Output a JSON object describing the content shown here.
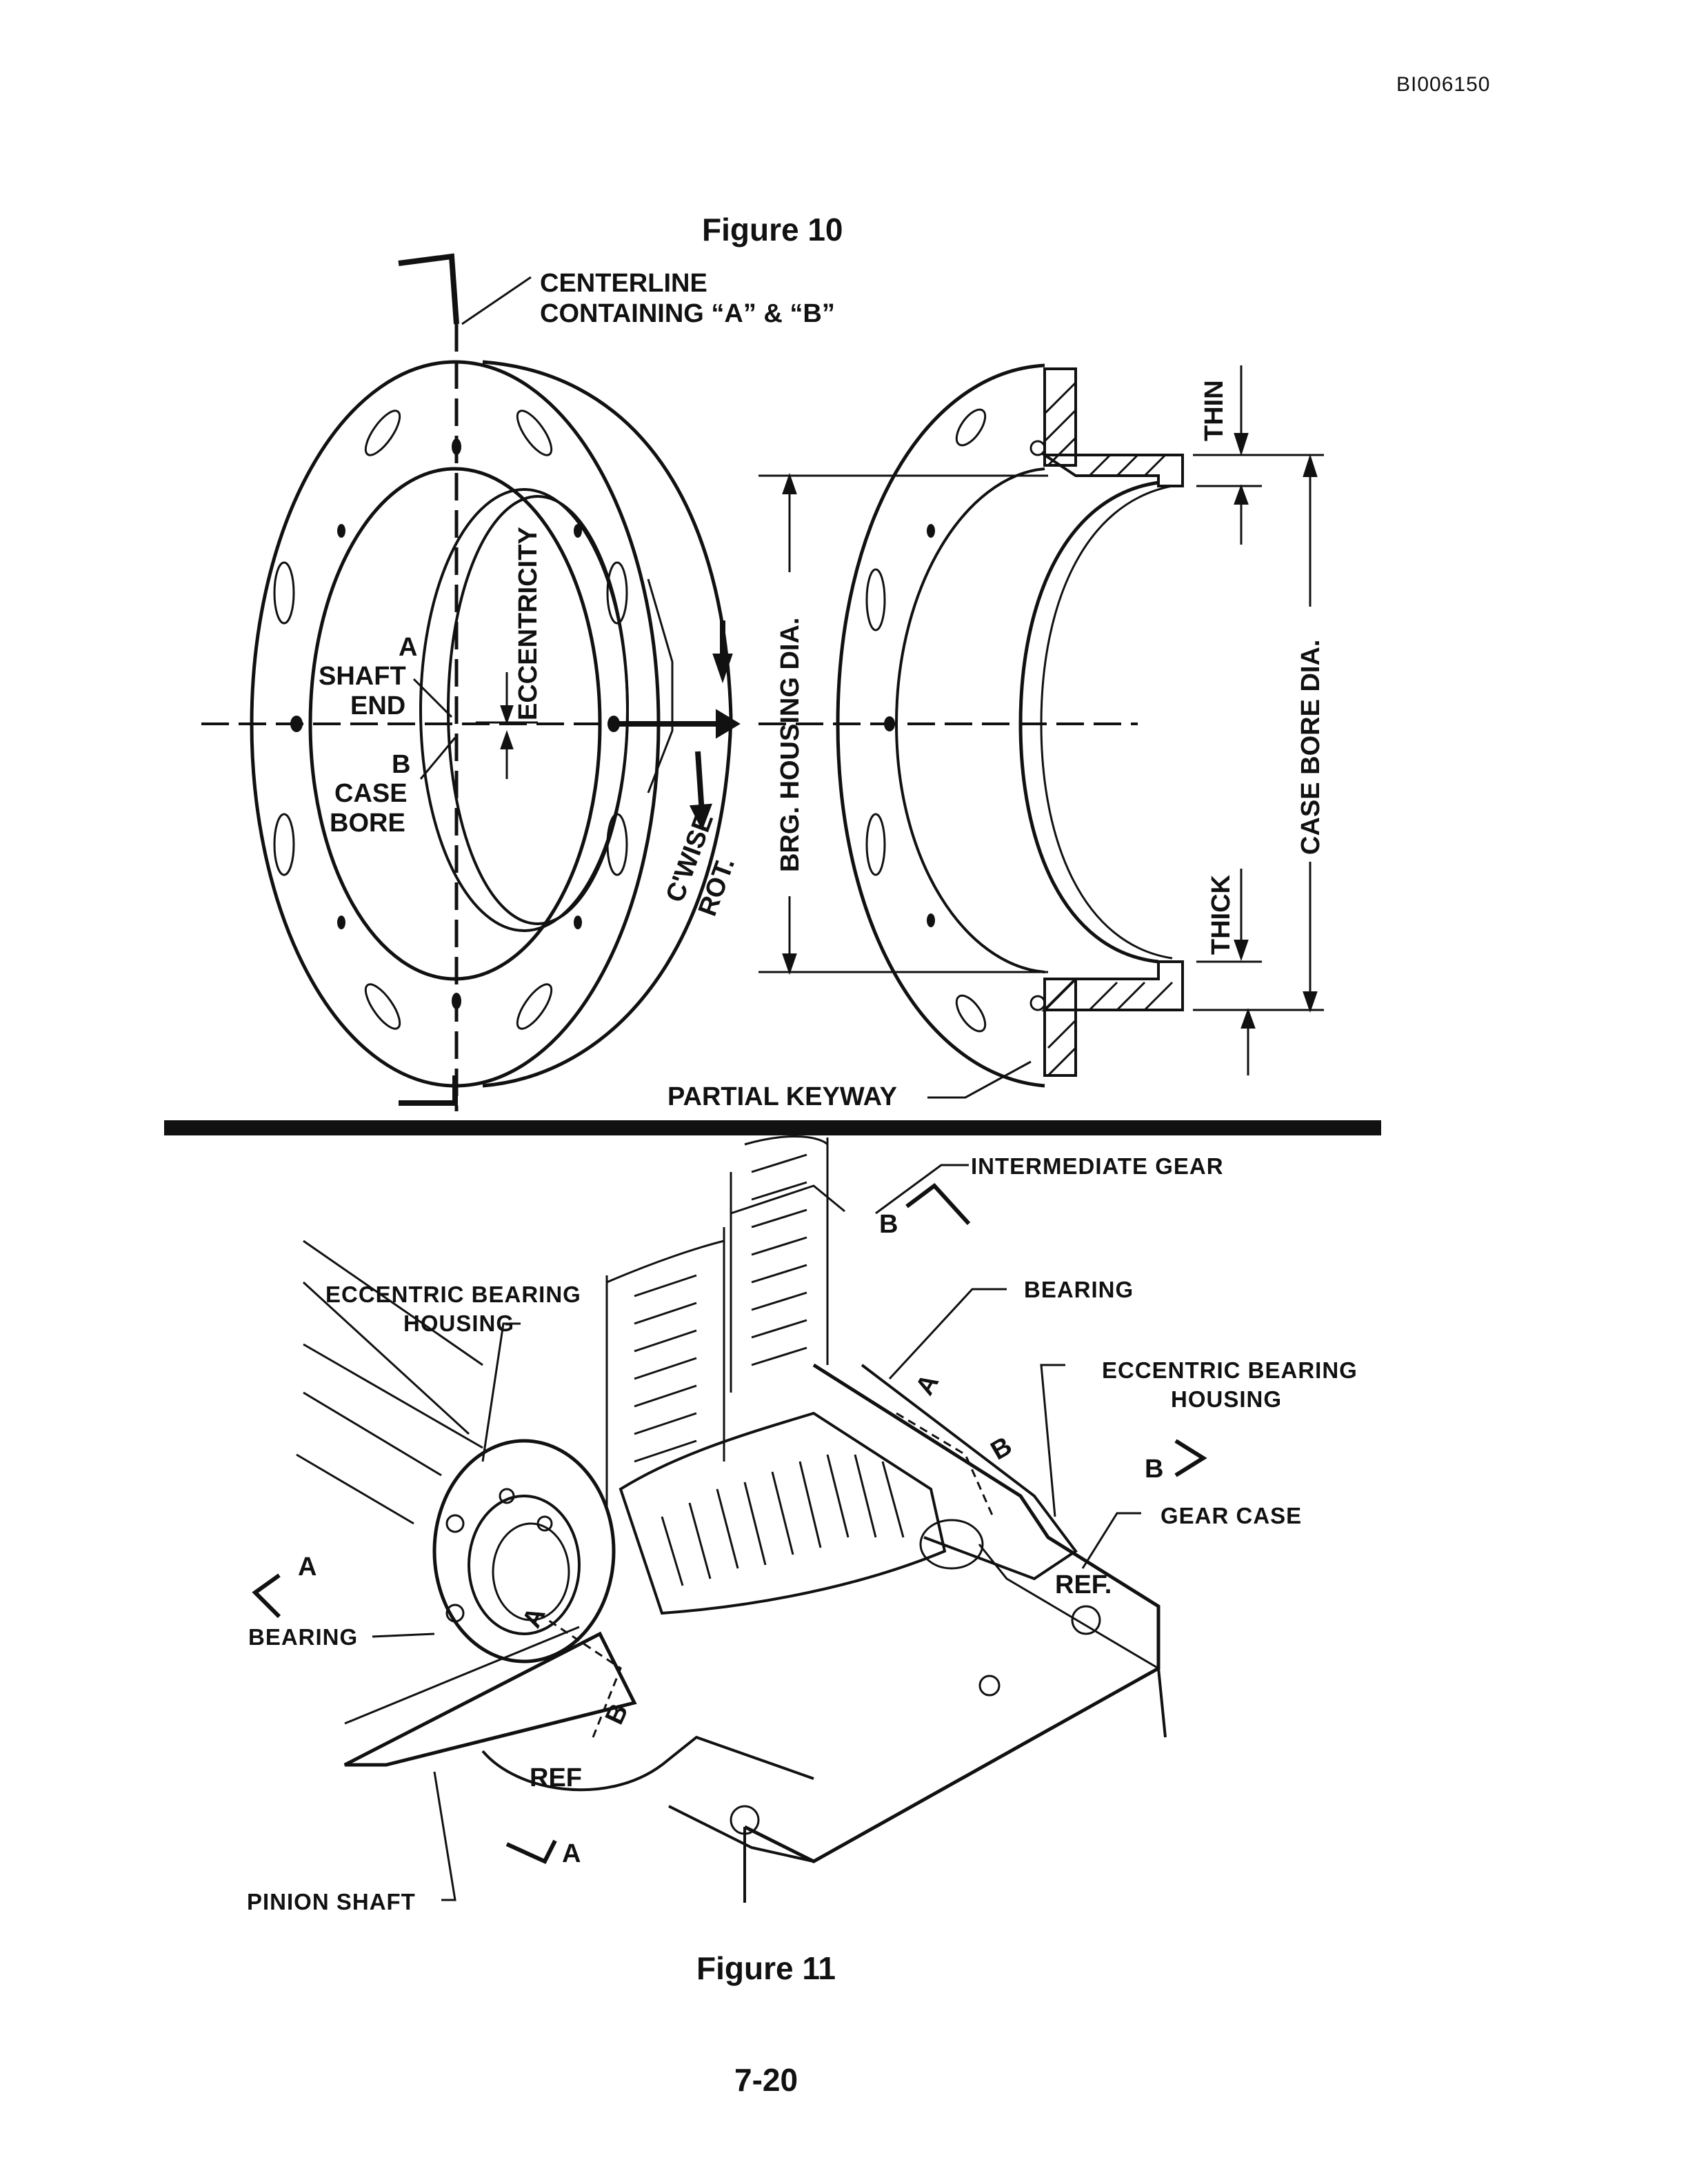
{
  "doc_id": "BI006150",
  "page_number": "7-20",
  "figure10": {
    "title": "Figure 10",
    "labels": {
      "centerline_1": "CENTERLINE",
      "centerline_2": "CONTAINING “A” & “B”",
      "a": "A",
      "shaft_end_1": "SHAFT",
      "shaft_end_2": "END",
      "b": "B",
      "case_bore_1": "CASE",
      "case_bore_2": "BORE",
      "eccentricity": "ECCENTRICITY",
      "cwise_1": "C'WISE",
      "cwise_2": "ROT.",
      "brg_housing_dia": "BRG. HOUSING DIA.",
      "case_bore_dia": "CASE BORE DIA.",
      "thin": "THIN",
      "thick": "THICK",
      "partial_keyway": "PARTIAL KEYWAY"
    }
  },
  "figure11": {
    "title": "Figure 11",
    "labels": {
      "intermediate_gear": "INTERMEDIATE GEAR",
      "b_top": "B",
      "bearing_right": "BEARING",
      "eccentric_left_1": "ECCENTRIC BEARING",
      "eccentric_left_2": "HOUSING",
      "eccentric_right_1": "ECCENTRIC BEARING",
      "eccentric_right_2": "HOUSING",
      "b_right": "B",
      "gear_case": "GEAR CASE",
      "a_left": "A",
      "bearing_left": "BEARING",
      "a_bottom": "A",
      "pinion_shaft": "PINION SHAFT",
      "ref_cl_right": "REF.",
      "ref_cl_bottom": "REF",
      "a_on_shaft": "A",
      "b_on_shaft": "B",
      "a_on_gear": "A",
      "b_on_gear": "B"
    }
  }
}
